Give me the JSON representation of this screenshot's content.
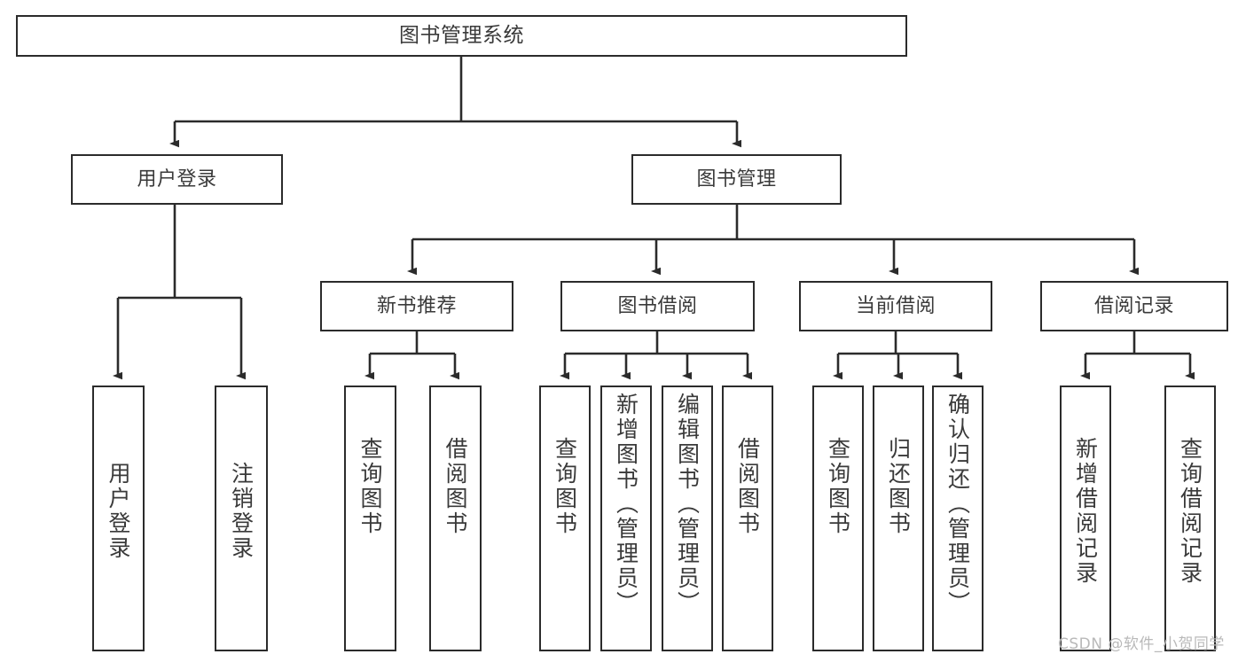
{
  "diagram": {
    "title": "图书管理系统",
    "type": "tree",
    "root": {
      "label": "图书管理系统"
    },
    "level2": [
      {
        "label": "用户登录"
      },
      {
        "label": "图书管理"
      }
    ],
    "level3": [
      {
        "label": "新书推荐"
      },
      {
        "label": "图书借阅"
      },
      {
        "label": "当前借阅"
      },
      {
        "label": "借阅记录"
      }
    ],
    "leaves": {
      "user_login": [
        {
          "label": "用户登录"
        },
        {
          "label": "注销登录"
        }
      ],
      "new_book_recommend": [
        {
          "label": "查询图书"
        },
        {
          "label": "借阅图书"
        }
      ],
      "book_borrow": [
        {
          "label": "查询图书"
        },
        {
          "label": "新增图书（管理员）"
        },
        {
          "label": "编辑图书（管理员）"
        },
        {
          "label": "借阅图书"
        }
      ],
      "current_borrow": [
        {
          "label": "查询图书"
        },
        {
          "label": "归还图书"
        },
        {
          "label": "确认归还（管理员）"
        }
      ],
      "borrow_record": [
        {
          "label": "新增借阅记录"
        },
        {
          "label": "查询借阅记录"
        }
      ]
    }
  },
  "watermark": {
    "text": "CSDN @软件_小贺同学"
  },
  "colors": {
    "stroke": "#2b2b2b",
    "text": "#3a3a3a",
    "background": "#ffffff",
    "watermark": "#b9b9b9"
  }
}
